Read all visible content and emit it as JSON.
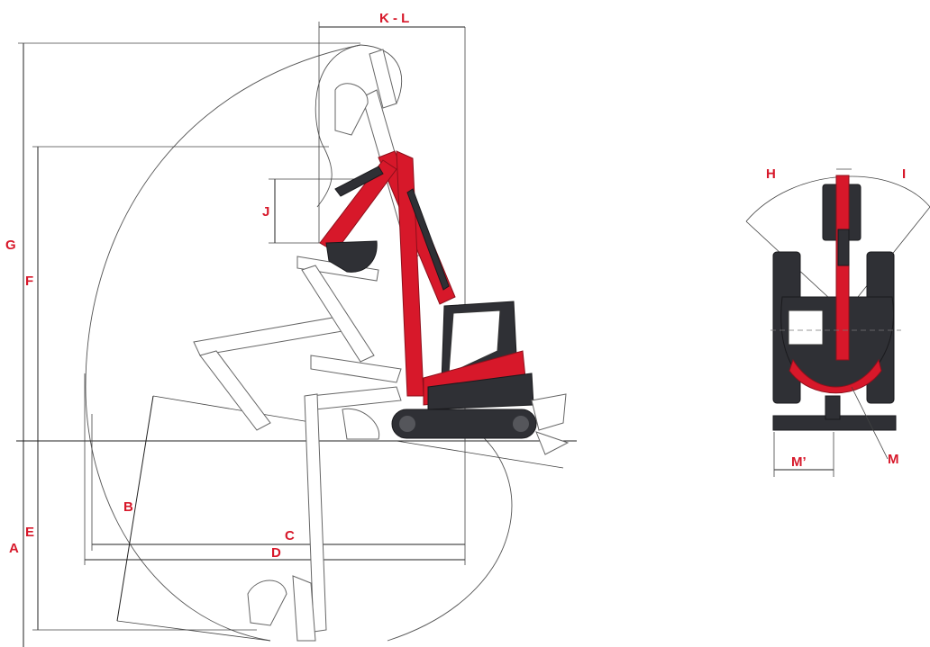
{
  "labels": {
    "a": "A",
    "b": "B",
    "c": "C",
    "d": "D",
    "e": "E",
    "f": "F",
    "g": "G",
    "h": "H",
    "i": "I",
    "j": "J",
    "kl": "K - L",
    "m": "M",
    "m_prime": "M’"
  },
  "colors": {
    "accent": "#d7182a",
    "machine_dark": "#2f3035",
    "line": "#222222",
    "background": "#ffffff"
  }
}
